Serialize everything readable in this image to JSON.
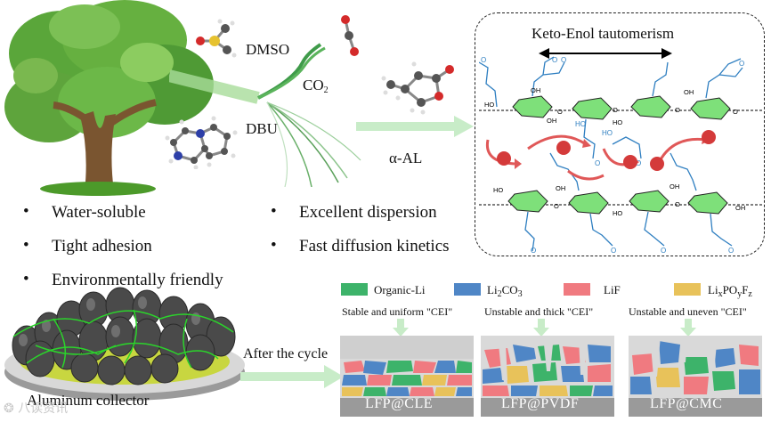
{
  "labels": {
    "dmso": "DMSO",
    "co2": "CO",
    "co2_sub": "2",
    "dbu": "DBU",
    "alpha_al": "α-AL",
    "keto_enol": "Keto-Enol tautomerism",
    "after_cycle": "After the cycle",
    "collector": "Aluminum collector",
    "watermark": "八读资讯"
  },
  "bullets_left": [
    "Water-soluble",
    "Tight adhesion",
    "Environmentally friendly"
  ],
  "bullets_right": [
    "Excellent dispersion",
    "Fast diffusion kinetics"
  ],
  "legend": [
    {
      "label": "Organic-Li",
      "color": "#3db36a"
    },
    {
      "label": "Li2CO3",
      "color": "#4f86c6"
    },
    {
      "label": "LiF",
      "color": "#f07a80"
    },
    {
      "label": "LixPOyFz",
      "color": "#e8c25a"
    }
  ],
  "cei_captions": [
    "Stable and uniform \"CEI\"",
    "Unstable and thick \"CEI\"",
    "Unstable and uneven \"CEI\""
  ],
  "panels": [
    "LFP@CLE",
    "LFP@PVDF",
    "LFP@CMC"
  ],
  "hydroxyl_label": "HO",
  "oh_label": "OH",
  "o_label": "O"
}
